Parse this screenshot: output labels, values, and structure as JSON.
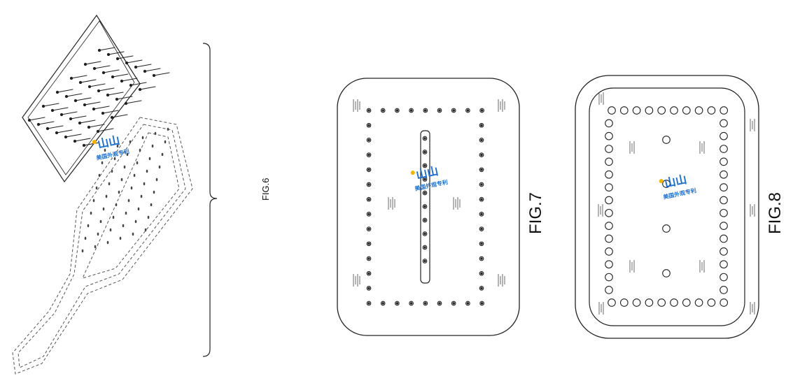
{
  "figures": {
    "fig6": {
      "label": "FIG.6"
    },
    "fig7": {
      "label": "FIG.7"
    },
    "fig8": {
      "label": "FIG.8"
    }
  },
  "watermark": {
    "logo_text": "山山",
    "caption": "美国外观专利",
    "color": "#1a6fd1",
    "accent_color": "#f5b400"
  },
  "colors": {
    "line": "#222222",
    "background": "#ffffff"
  }
}
